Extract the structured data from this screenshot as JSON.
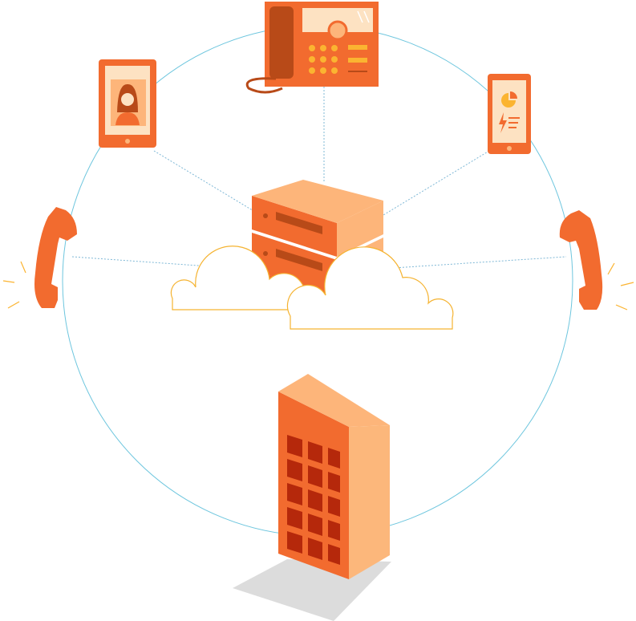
{
  "diagram": {
    "colors": {
      "orange": "#f26b2f",
      "light_orange": "#fdb57a",
      "pale": "#fde2c2",
      "dark_red": "#b5280b",
      "brown": "#b84a18",
      "mid_orange": "#f58742",
      "yellow": "#fbb431",
      "circle_line": "#6ec6de",
      "connector": "#7fb8d6",
      "cloud_stroke": "#f5b331",
      "shadow": "#dcdcdc",
      "building_light": "#fcb77b"
    },
    "nodes": [
      {
        "id": "desk-phone",
        "icon": "desk-phone-icon"
      },
      {
        "id": "tablet",
        "icon": "tablet-icon"
      },
      {
        "id": "smartphone",
        "icon": "smartphone-icon"
      },
      {
        "id": "handset-left",
        "icon": "phone-handset-icon"
      },
      {
        "id": "handset-right",
        "icon": "phone-handset-icon"
      },
      {
        "id": "server",
        "icon": "server-stack-icon"
      },
      {
        "id": "cloud",
        "icon": "cloud-icon"
      },
      {
        "id": "office-building",
        "icon": "building-icon"
      }
    ],
    "connections": [
      {
        "from": "server",
        "to": "desk-phone"
      },
      {
        "from": "server",
        "to": "tablet"
      },
      {
        "from": "server",
        "to": "smartphone"
      },
      {
        "from": "server",
        "to": "handset-left"
      },
      {
        "from": "server",
        "to": "handset-right"
      }
    ]
  }
}
